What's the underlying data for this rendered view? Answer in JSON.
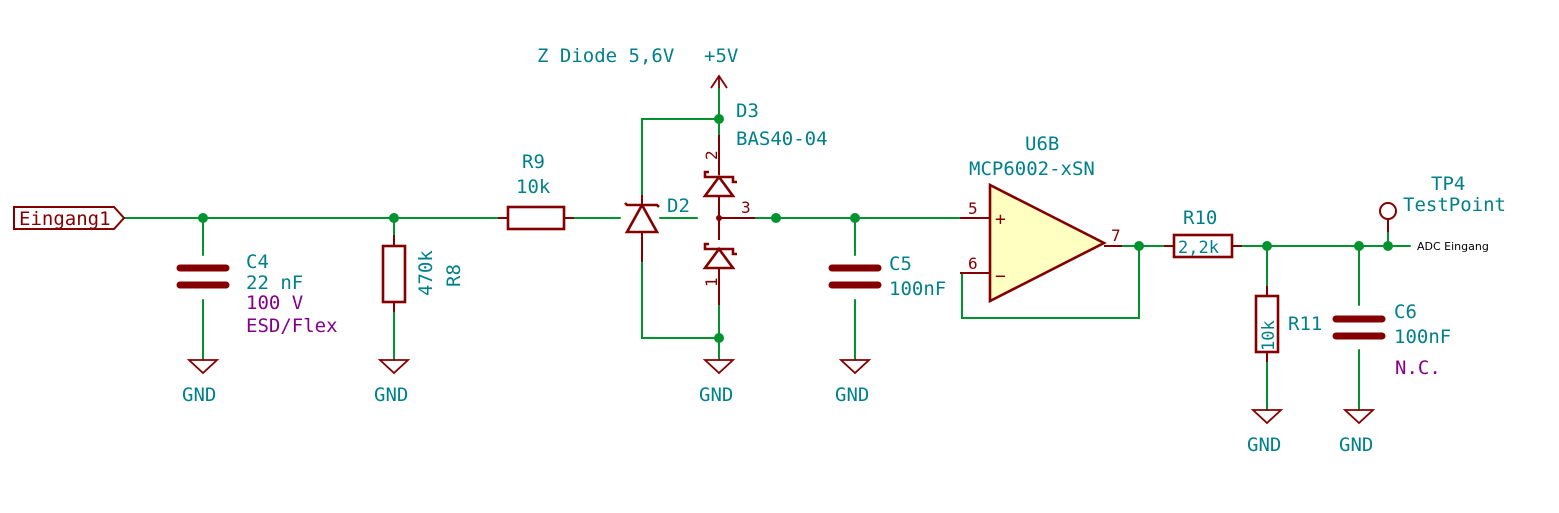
{
  "note": {
    "zener": "Z Diode 5,6V"
  },
  "ports": {
    "input": "Eingang1"
  },
  "power": {
    "vcc": "+5V",
    "gnd": "GND"
  },
  "net_labels": {
    "adc": "ADC Eingang"
  },
  "components": {
    "C4": {
      "ref": "C4",
      "value": "22 nF",
      "voltage": "100 V",
      "type": "ESD/Flex"
    },
    "R8": {
      "ref": "R8",
      "value": "470k"
    },
    "R9": {
      "ref": "R9",
      "value": "10k"
    },
    "D2": {
      "ref": "D2"
    },
    "D3": {
      "ref": "D3",
      "value": "BAS40-04",
      "pin1": "1",
      "pin2": "2",
      "pin3": "3"
    },
    "C5": {
      "ref": "C5",
      "value": "100nF"
    },
    "U6B": {
      "ref": "U6B",
      "value": "MCP6002-xSN",
      "pin_plus": "5",
      "pin_minus": "6",
      "pin_out": "7",
      "sym_plus": "+",
      "sym_minus": "−"
    },
    "R10": {
      "ref": "R10",
      "value": "2,2k"
    },
    "R11": {
      "ref": "R11",
      "value": "10k"
    },
    "C6": {
      "ref": "C6",
      "value": "100nF",
      "note": "N.C."
    },
    "TP4": {
      "ref": "TP4",
      "value": "TestPoint"
    }
  },
  "colors": {
    "wire": "#00932e",
    "symbol": "#840000",
    "text_ref": "#00808a",
    "text_field": "#84008a",
    "opamp_fill": "#ffffc2",
    "background": "#ffffff"
  }
}
